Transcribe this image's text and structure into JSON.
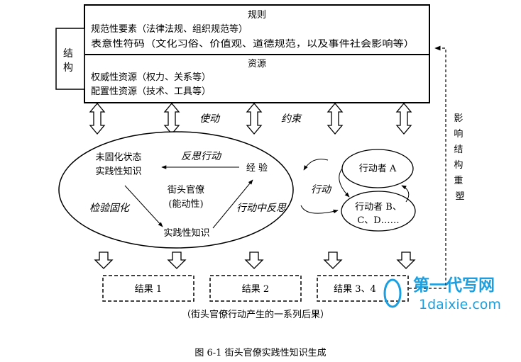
{
  "structure_box": {
    "side_label": "结构",
    "rules_title": "规则",
    "rules_line1": "规范性要素（法律法规、组织规范等）",
    "rules_line2": "表意性符码（文化习俗、价值观、道德规范，以及事件社会影响等）",
    "resources_title": "资源",
    "resources_line1": "权威性资源（权力、关系等）",
    "resources_line2": "配置性资源（技术、工具等）"
  },
  "arrow_labels": {
    "enable": "使动",
    "constrain": "约束"
  },
  "right_label": "影响结构重塑",
  "ellipse": {
    "unfixed_line1": "未固化状态",
    "unfixed_line2": "实践性知识",
    "experience": "经 验",
    "reflect": "反思行动",
    "center_line1": "街头官僚",
    "center_line2": "(能动性)",
    "verify": "检验固化",
    "practical": "实践性知识",
    "reflect_in_action": "行动中反思"
  },
  "actors": {
    "action": "行动",
    "actor_a": "行动者 A",
    "actor_bcd_line1": "行动者 B、",
    "actor_bcd_line2": "C、D……"
  },
  "results": [
    "结果 1",
    "结果 2",
    "结果 3、4"
  ],
  "results_caption": "（街头官僚行动产生的一系列后果）",
  "watermark": {
    "cn": "第一代写网",
    "en": "1daixie.com"
  },
  "figure_caption": "图 6-1 街头官僚实践性知识生成"
}
